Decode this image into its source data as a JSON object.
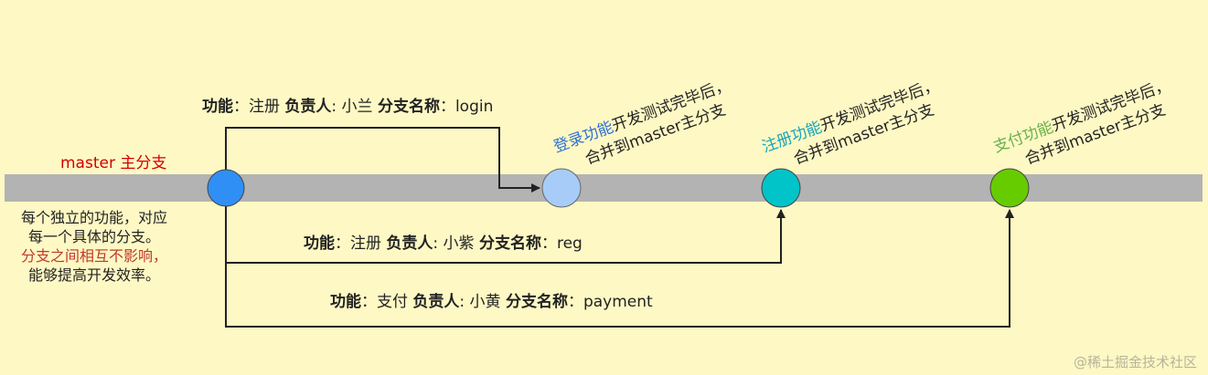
{
  "master": {
    "label": "master 主分支",
    "color": "#d40000"
  },
  "left_note": {
    "line1": "每个独立的功能，对应",
    "line2": "每一个具体的分支。",
    "line3": "分支之间相互不影响，",
    "line4": "能够提高开发效率。",
    "highlight_color": "#c0392b"
  },
  "branches": [
    {
      "k_func": "功能",
      "func": "注册",
      "k_owner": "负责人",
      "owner": "小兰",
      "k_name": "分支名称",
      "name": "login"
    },
    {
      "k_func": "功能",
      "func": "注册",
      "k_owner": "负责人",
      "owner": "小紫",
      "k_name": "分支名称",
      "name": "reg"
    },
    {
      "k_func": "功能",
      "func": "支付",
      "k_owner": "负责人",
      "owner": "小黄",
      "k_name": "分支名称",
      "name": "payment"
    }
  ],
  "merges": [
    {
      "hl": "登录功能",
      "rest": "开发测试完毕后，",
      "line2": "合并到master主分支",
      "hl_color": "#2e6fd6",
      "node_color": "#a6ccf7"
    },
    {
      "hl": "注册功能",
      "rest": "开发测试完毕后，",
      "line2": "合并到master主分支",
      "hl_color": "#1aa3b8",
      "node_color": "#00c4c8"
    },
    {
      "hl": "支付功能",
      "rest": "开发测试完毕后，",
      "line2": "合并到master主分支",
      "hl_color": "#6ab04c",
      "node_color": "#66cc00"
    }
  ],
  "start_node_color": "#2f8ff5",
  "watermark": "@稀土掘金技术社区"
}
